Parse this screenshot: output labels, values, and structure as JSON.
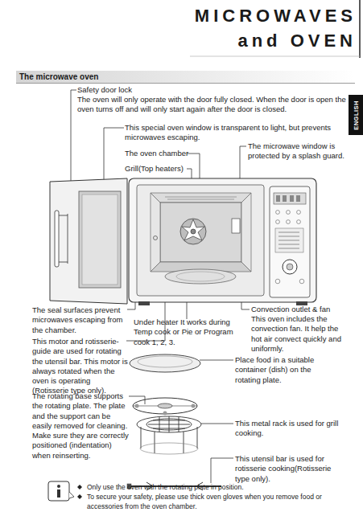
{
  "diagram": {
    "title": "MICROWAVES and OVEN",
    "nodes": [
      {
        "text": [
          "The microwave oven"
        ]
      },
      {
        "text": [
          "ENGLISH"
        ]
      }
    ],
    "labels": [
      "Safety door lock",
      "The oven will only operate with the door fully closed. When the door is open the oven turns off and will only start again after the door is closed.",
      "This special oven window is transparent to light, but prevents microwaves escaping.",
      "The oven chamber",
      "The microwave window is protected by a splash guard.",
      "Grill(Top heaters)",
      "The seal surfaces prevent microwaves escaping from the chamber.",
      "Under heater It works during Temp cook or Pie or Program cook 1, 2, 3.",
      "Convection outlet & fan",
      "This oven includes the convection fan. It help the hot air convect quickly and uniformly.",
      "This motor and rotisserie-guide are used for rotating the utensil bar. This motor is always rotated when the oven is operating (Rotisserie type only).",
      "Place food in a suitable container (dish) on the rotating plate.",
      "The rotating base supports the rotating plate. The plate and the support can be easily removed for cleaning. Make sure they are correctly positioned (indentation) when reinserting.",
      "This metal rack is used for grill cooking.",
      "This utensil bar is used for rotisserie cooking(Rotisserie type only).",
      "Only use the oven with the rotating plate in position.",
      "To secure your safety, please use thick oven gloves when you remove food or accessories from the oven chamber."
    ]
  }
}
